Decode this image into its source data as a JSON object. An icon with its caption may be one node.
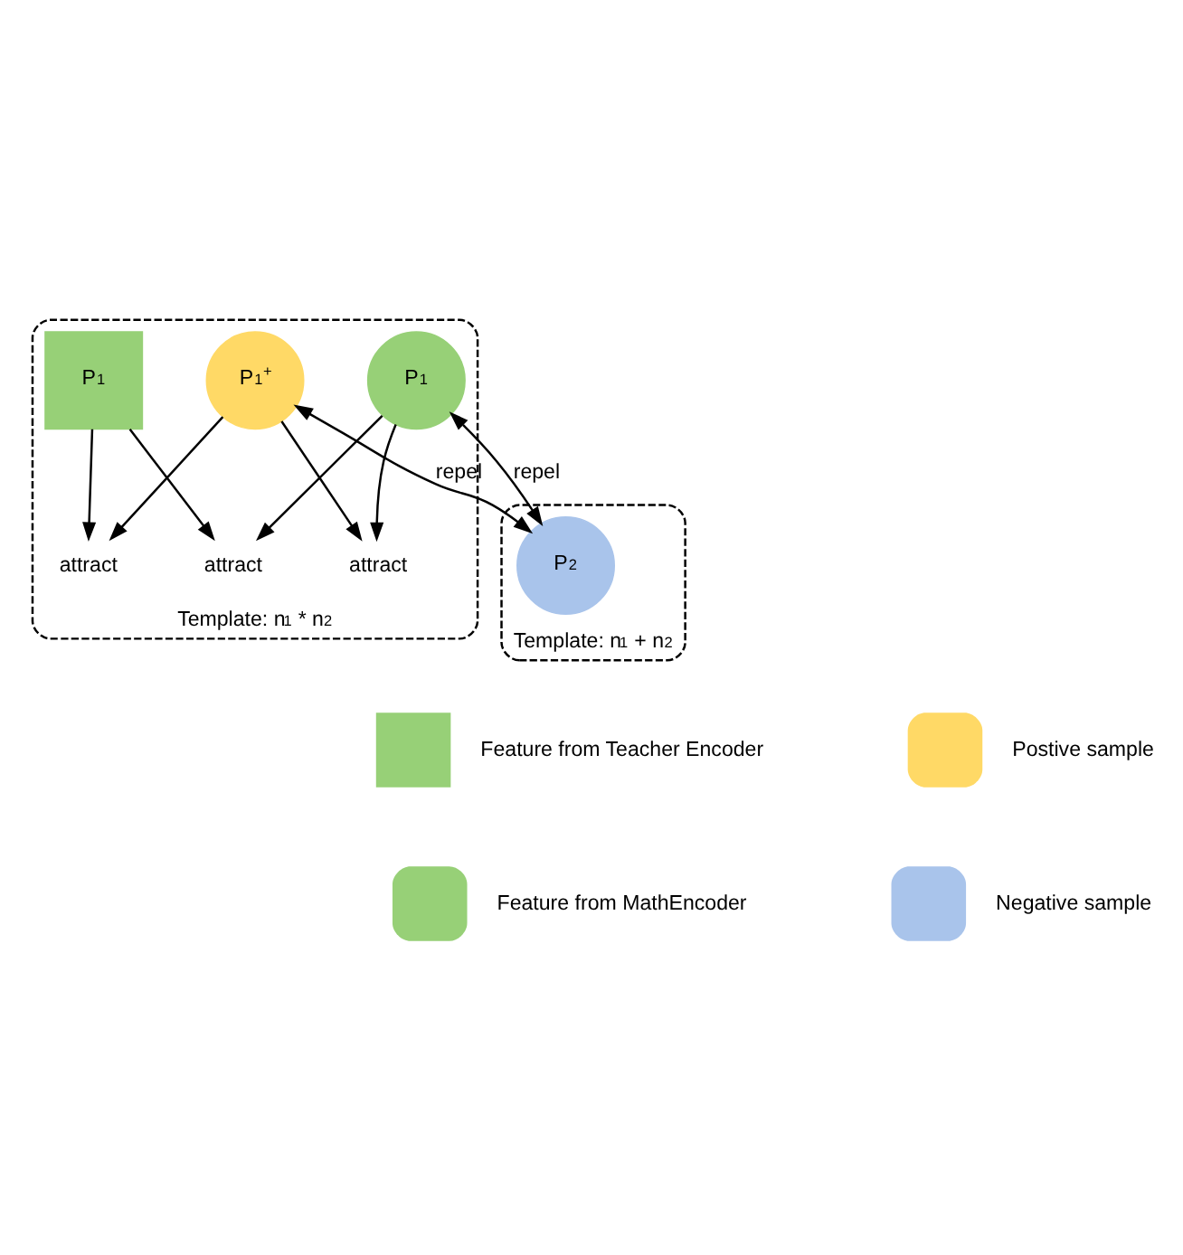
{
  "diagram": {
    "nodes": [
      {
        "text": [
          "Template: n$_{1}$ * n$_{2}$"
        ]
      },
      {
        "text": [
          "P$_{1}$"
        ],
        "in": 0
      },
      {
        "text": [
          "attract"
        ],
        "in": 0
      },
      {
        "text": [
          "P$_{1}$"
        ],
        "in": 0
      },
      {
        "text": [
          "attract"
        ],
        "in": 0
      },
      {
        "text": [
          "attract"
        ],
        "in": 0
      },
      {
        "text": [
          "P$_{1}$$^{+}$"
        ],
        "in": 0
      },
      {
        "text": [
          "Template: n$_{1}$ + n$_{2}$"
        ]
      },
      {
        "text": [
          "P$_{2}$"
        ],
        "in": 7
      }
    ],
    "edges": [
      {
        "from": 1,
        "to": 2,
        "arrow": "to"
      },
      {
        "from": 3,
        "to": 2,
        "arrow": "to"
      },
      {
        "from": 1,
        "to": 4,
        "arrow": "to"
      },
      {
        "from": 6,
        "to": 4,
        "arrow": "to"
      },
      {
        "from": 3,
        "to": 5,
        "arrow": "to"
      },
      {
        "from": 6,
        "to": 5,
        "arrow": "to"
      },
      {
        "from": 1,
        "to": 8,
        "arrow": "both",
        "label": "repel"
      },
      {
        "from": 6,
        "to": 8,
        "arrow": "both",
        "label": "repel"
      }
    ],
    "legend": [
      {
        "text": "Feature from Teacher Encoder",
        "color": "#97d077"
      },
      {
        "text": "Postive sample",
        "color": "#ffd966"
      },
      {
        "text": "Feature from MathEncoder",
        "color": "#97d077"
      },
      {
        "text": "Negative sample",
        "color": "#a9c4eb"
      }
    ]
  }
}
